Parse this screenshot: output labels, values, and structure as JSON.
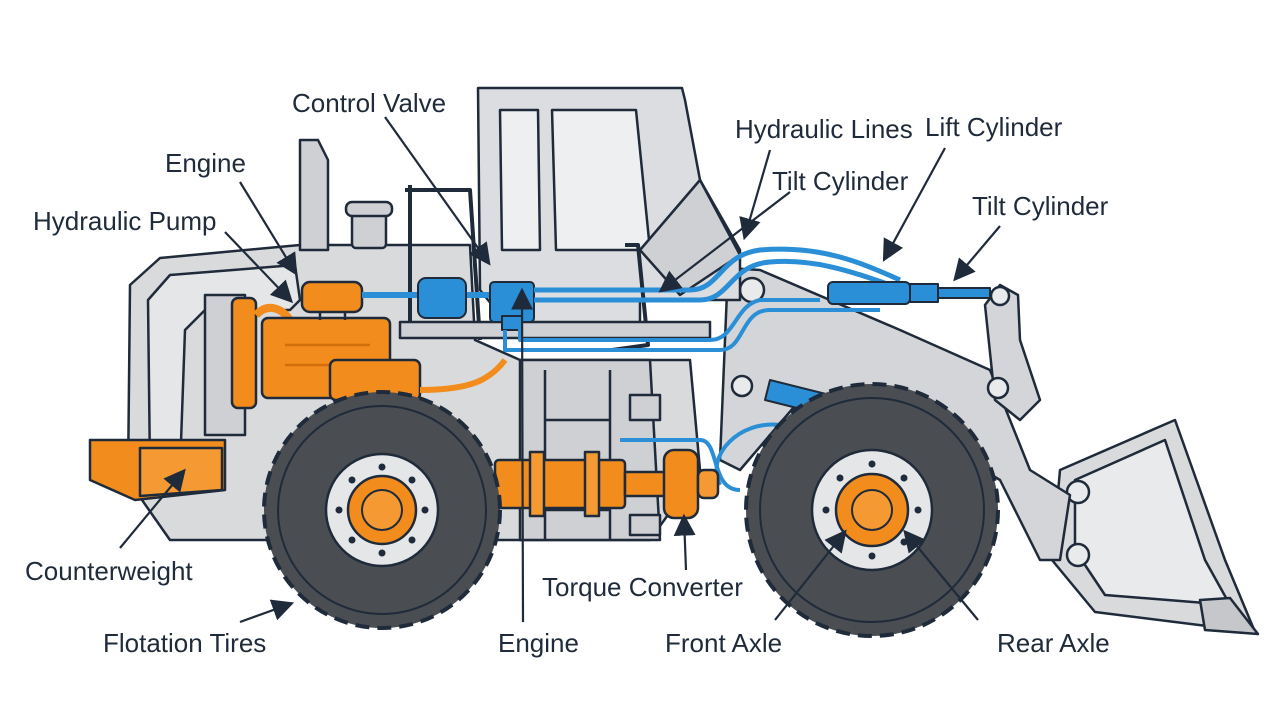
{
  "labels": {
    "control_valve": "Control Valve",
    "engine_top": "Engine",
    "hydraulic_pump": "Hydraulic Pump",
    "hydraulic_lines": "Hydraulic Lines",
    "lift_cylinder": "Lift Cylinder",
    "tilt_cylinder_1": "Tilt Cylinder",
    "tilt_cylinder_2": "Tilt Cylinder",
    "counterweight": "Counterweight",
    "flotation_tires": "Flotation Tires",
    "engine_bottom": "Engine",
    "torque_converter": "Torque Converter",
    "front_axle": "Front Axle",
    "rear_axle": "Rear Axle"
  },
  "colors": {
    "body": "#d9dadc",
    "outline": "#1f2b3a",
    "engine": "#f28c1c",
    "hydraulic": "#2a8fd6",
    "tire": "#4a4d52",
    "background": "#ffffff"
  }
}
